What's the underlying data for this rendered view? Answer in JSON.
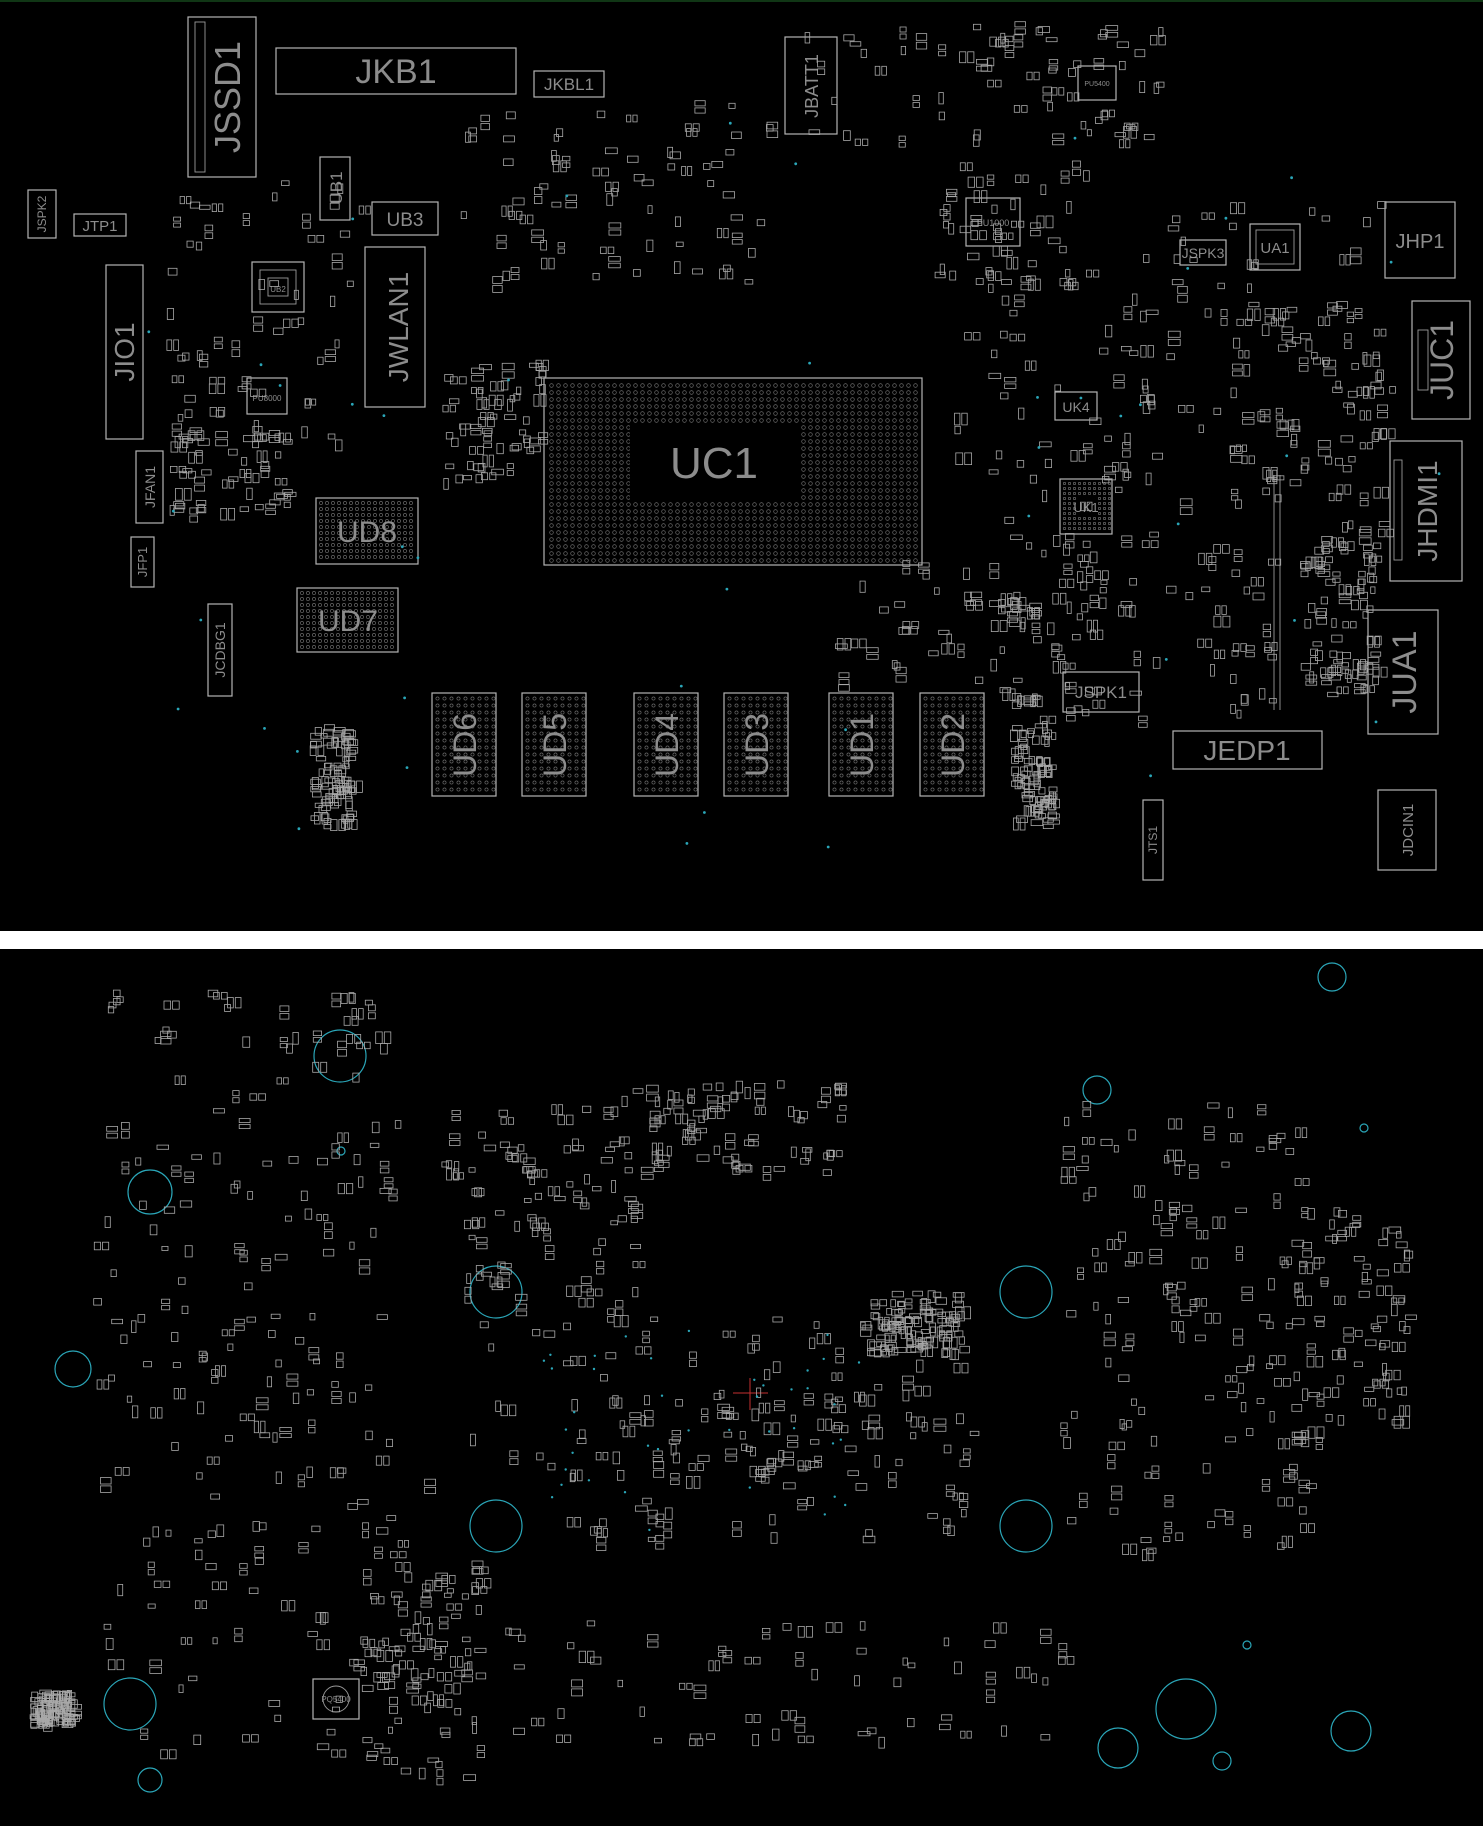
{
  "board": {
    "background": "#000000",
    "divider_color": "#ffffff",
    "outline_color": "#b4b4b4",
    "label_color": "#8c8c8c",
    "hole_color": "#2aa6b8",
    "top_components": [
      {
        "ref": "JKB1"
      },
      {
        "ref": "JSSD1"
      },
      {
        "ref": "JKBL1"
      },
      {
        "ref": "JBATT1"
      },
      {
        "ref": "UB1"
      },
      {
        "ref": "UB3"
      },
      {
        "ref": "JWLAN1"
      },
      {
        "ref": "JIO1"
      },
      {
        "ref": "JSPK2"
      },
      {
        "ref": "JTP1"
      },
      {
        "ref": "JFAN1"
      },
      {
        "ref": "JFP1"
      },
      {
        "ref": "JCDBG1"
      },
      {
        "ref": "UD8"
      },
      {
        "ref": "UD7"
      },
      {
        "ref": "UC1"
      },
      {
        "ref": "UD6"
      },
      {
        "ref": "UD5"
      },
      {
        "ref": "UD4"
      },
      {
        "ref": "UD3"
      },
      {
        "ref": "UD1"
      },
      {
        "ref": "UD2"
      },
      {
        "ref": "JSPK3"
      },
      {
        "ref": "UA1"
      },
      {
        "ref": "JHP1"
      },
      {
        "ref": "JUC1"
      },
      {
        "ref": "UK4"
      },
      {
        "ref": "JHDMI1"
      },
      {
        "ref": "JSPK1"
      },
      {
        "ref": "JUA1"
      },
      {
        "ref": "JEDP1"
      },
      {
        "ref": "JTS1"
      },
      {
        "ref": "JDCIN1"
      },
      {
        "ref": "UK1"
      },
      {
        "ref": "PU8000"
      },
      {
        "ref": "PU1000"
      },
      {
        "ref": "PU5400"
      },
      {
        "ref": "UB2"
      }
    ],
    "bottom_components": [
      {
        "ref": "PQ5400"
      }
    ]
  }
}
